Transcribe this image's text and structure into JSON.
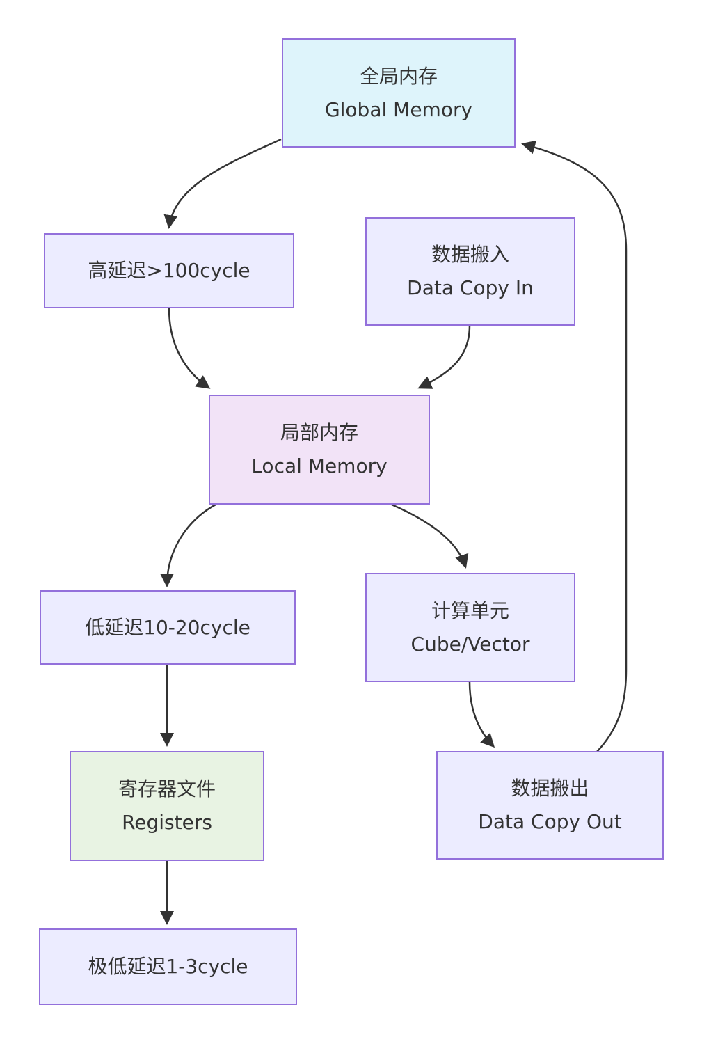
{
  "diagram": {
    "type": "flowchart",
    "direction": "top-down",
    "colors": {
      "node_border": "#9370db",
      "arrow": "#333333",
      "text": "#333333",
      "fill_blue": "#def4fb",
      "fill_lavender": "#ececff",
      "fill_pink": "#f2e3f7",
      "fill_green": "#e8f3e3"
    },
    "nodes": {
      "global_memory": {
        "label_zh": "全局内存",
        "label_en": "Global Memory",
        "fill": "#def4fb"
      },
      "high_latency": {
        "label": "高延迟>100cycle",
        "fill": "#ececff"
      },
      "data_copy_in": {
        "label_zh": "数据搬入",
        "label_en": "Data Copy In",
        "fill": "#ececff"
      },
      "local_memory": {
        "label_zh": "局部内存",
        "label_en": "Local Memory",
        "fill": "#f2e3f7"
      },
      "low_latency": {
        "label": "低延迟10-20cycle",
        "fill": "#ececff"
      },
      "compute_unit": {
        "label_zh": "计算单元",
        "label_en": "Cube/Vector",
        "fill": "#ececff"
      },
      "registers": {
        "label_zh": "寄存器文件",
        "label_en": "Registers",
        "fill": "#e8f3e3"
      },
      "data_copy_out": {
        "label_zh": "数据搬出",
        "label_en": "Data Copy Out",
        "fill": "#ececff"
      },
      "ultra_low_latency": {
        "label": "极低延迟1-3cycle",
        "fill": "#ececff"
      }
    },
    "edges": [
      {
        "from": "global_memory",
        "to": "high_latency"
      },
      {
        "from": "high_latency",
        "to": "local_memory"
      },
      {
        "from": "data_copy_in",
        "to": "local_memory"
      },
      {
        "from": "local_memory",
        "to": "low_latency"
      },
      {
        "from": "local_memory",
        "to": "compute_unit"
      },
      {
        "from": "low_latency",
        "to": "registers"
      },
      {
        "from": "compute_unit",
        "to": "data_copy_out"
      },
      {
        "from": "registers",
        "to": "ultra_low_latency"
      },
      {
        "from": "data_copy_out",
        "to": "global_memory"
      }
    ]
  }
}
